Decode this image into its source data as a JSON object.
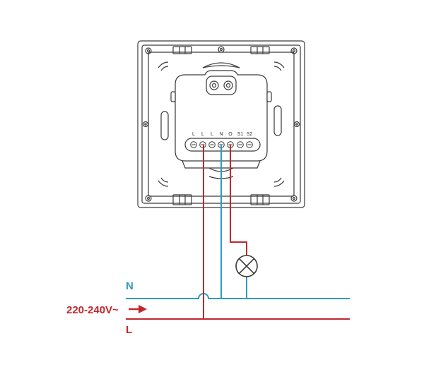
{
  "terminals": [
    "L",
    "L",
    "L",
    "N",
    "O",
    "S1",
    "S2"
  ],
  "labels": {
    "neutral": "N",
    "voltage": "220-240V~",
    "live": "L"
  },
  "colors": {
    "neutral": "#2f9bbf",
    "live": "#c0272d",
    "outline": "#3a3a3a",
    "background": "#ffffff"
  },
  "icons": {
    "lamp": "lamp-icon",
    "input_arrow": "arrow-right-icon"
  }
}
